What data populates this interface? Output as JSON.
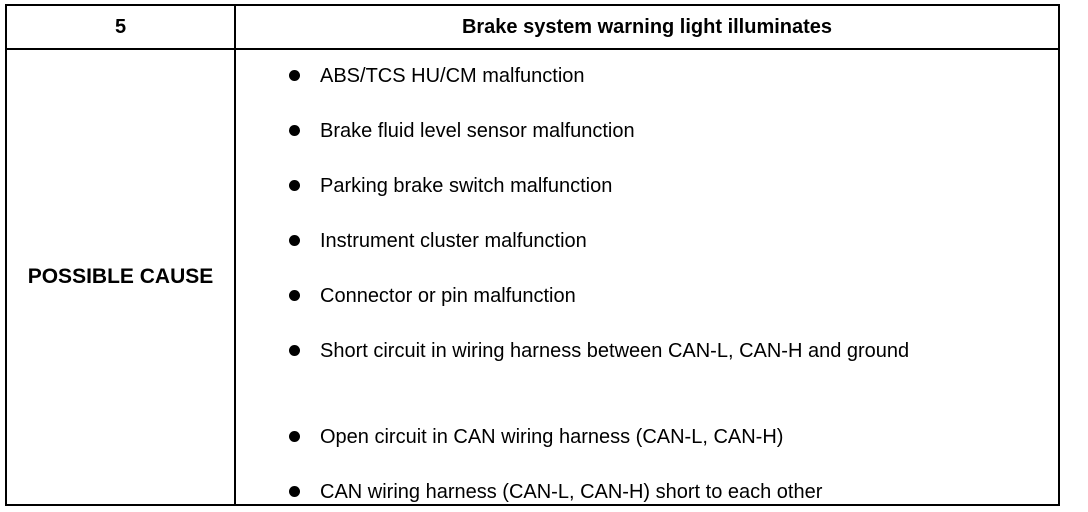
{
  "table": {
    "number": "5",
    "title": "Brake system warning light illuminates",
    "row_label": "POSSIBLE CAUSE",
    "causes": [
      "ABS/TCS HU/CM malfunction",
      "Brake fluid level sensor malfunction",
      "Parking brake switch malfunction",
      "Instrument cluster malfunction",
      "Connector or pin malfunction",
      "Short circuit in wiring harness between CAN-L, CAN-H and ground",
      "Open circuit in CAN wiring harness (CAN-L, CAN-H)",
      "CAN wiring harness (CAN-L, CAN-H) short to each other"
    ]
  }
}
